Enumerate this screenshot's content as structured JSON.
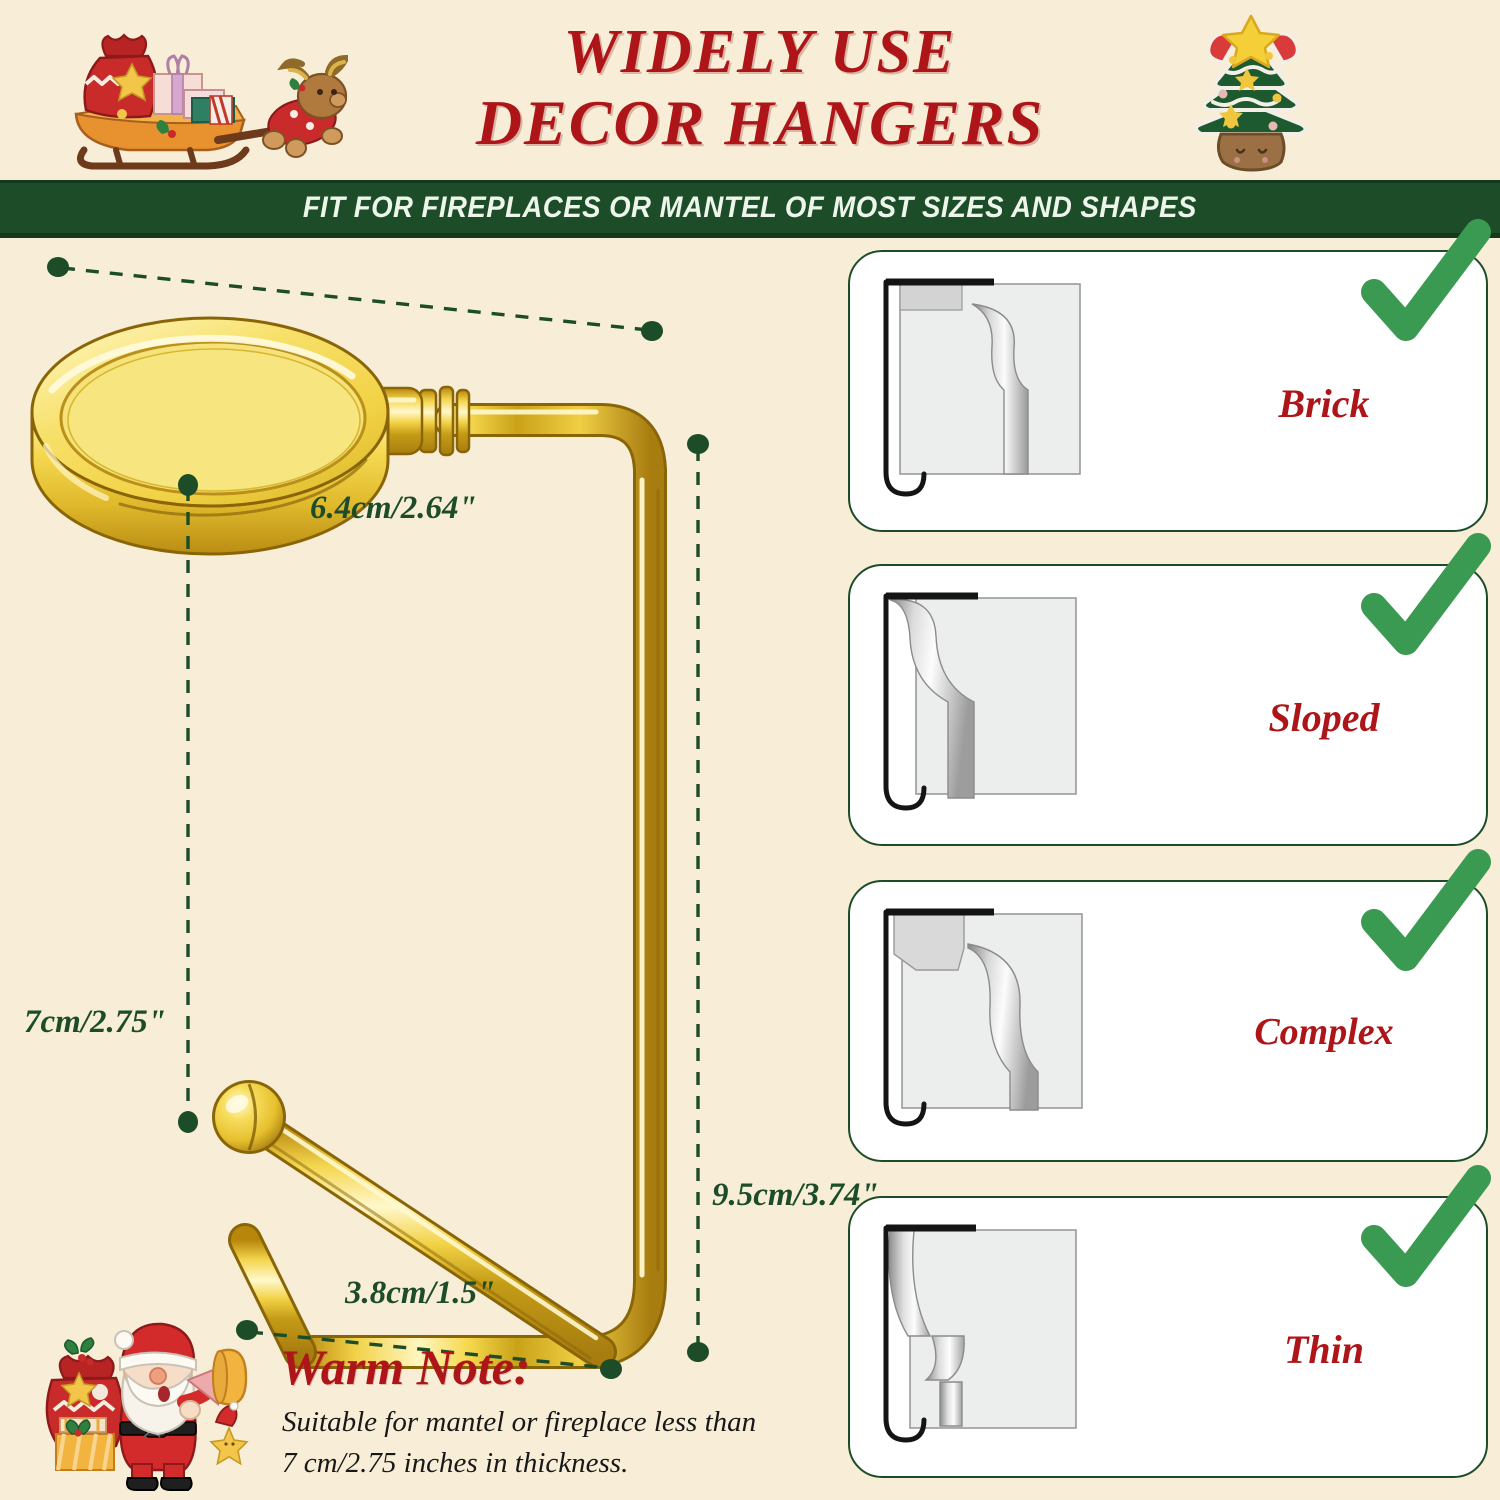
{
  "background_color": "#f8eed7",
  "accent_colors": {
    "red": "#ad1519",
    "green": "#1d4d28",
    "check_green": "#3a9a52",
    "gold": "#f5cf38"
  },
  "header": {
    "title_line1": "WIDELY  USE",
    "title_line2": "DECOR  HANGERS",
    "decoration_left": "sleigh-with-gifts-and-reindeer",
    "decoration_right": "christmas-tree"
  },
  "banner": {
    "text": "FIT FOR FIREPLACES OR MANTEL OF MOST SIZES AND SHAPES"
  },
  "product": {
    "name": "gold-mantel-hanger",
    "dimensions": {
      "top": "6.4cm/2.64\"",
      "left": "7cm/2.75\"",
      "bottom": "3.8cm/1.5\"",
      "right": "9.5cm/3.74\""
    }
  },
  "warm_note": {
    "title": "Warm Note:",
    "body_line1": "Suitable for mantel or fireplace less  than",
    "body_line2": "7 cm/2.75 inches in thickness.",
    "icon": "santa-with-megaphone"
  },
  "cards": [
    {
      "label": "Brick",
      "figure": "brick-mantel-profile",
      "check": "green-checkmark"
    },
    {
      "label": "Sloped",
      "figure": "sloped-mantel-profile",
      "check": "green-checkmark"
    },
    {
      "label": "Complex",
      "figure": "complex-mantel-profile",
      "check": "green-checkmark"
    },
    {
      "label": "Thin",
      "figure": "thin-mantel-profile",
      "check": "green-checkmark"
    }
  ]
}
